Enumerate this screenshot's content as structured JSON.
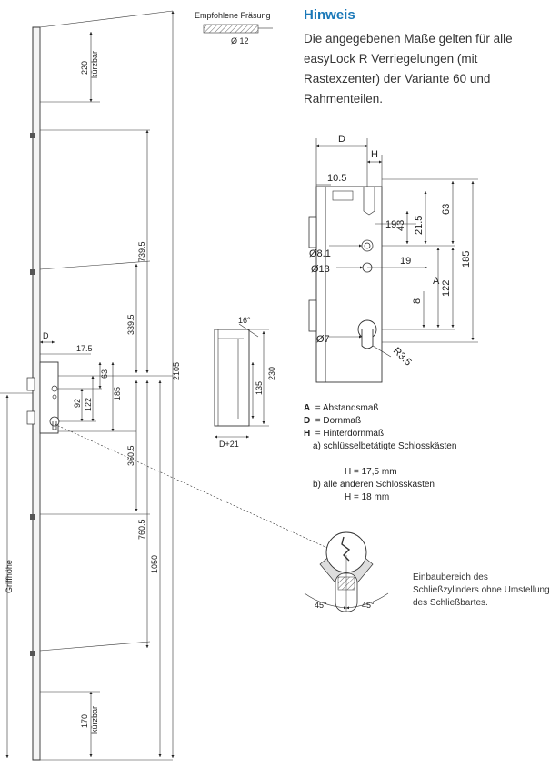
{
  "hint": {
    "title": "Hinweis",
    "text": "Die angegebenen Maße gelten für alle easyLock R Verriegelungen (mit Rastexzenter) der Variante 60 und Rahmenteilen."
  },
  "fraesung": {
    "title": "Empfohlene Fräsung",
    "diameter": "Ø 12"
  },
  "left_drawing": {
    "top_label": "220",
    "top_note": "kürzbar",
    "bottom_label": "170",
    "bottom_note": "kürzbar",
    "total_height": "2105",
    "d_label": "D",
    "d_value": "17.5",
    "dims": [
      "739.5",
      "339.5",
      "63",
      "185",
      "92",
      "122",
      "360.5",
      "760.5",
      "1050"
    ],
    "griffhoehe": "Griffhöhe"
  },
  "keeper": {
    "angle": "16°",
    "height": "230",
    "inner": "135",
    "width": "D+21"
  },
  "detail": {
    "D": "D",
    "H": "H",
    "w105": "10.5",
    "v63": "63",
    "v43": "43",
    "v215": "21.5",
    "v19a": "19",
    "d81": "Ø8.1",
    "d13": "Ø13",
    "v19b": "19",
    "A": "A",
    "v122": "122",
    "v185": "185",
    "v8": "8",
    "d7": "Ø7",
    "r35": "R3.5"
  },
  "legend": {
    "a_key": "A",
    "a_text": "=  Abstandsmaß",
    "d_key": "D",
    "d_text": "=  Dornmaß",
    "h_key": "H",
    "h_text": "=  Hinterdornmaß",
    "item_a": "a)   schlüsselbetätigte Schlosskästen",
    "item_a_val": "H = 17,5 mm",
    "item_b": "b)   alle anderen Schlosskästen",
    "item_b_val": "H = 18 mm"
  },
  "cylinder": {
    "angle_left": "45°",
    "angle_right": "45°"
  },
  "install_note": "Einbaubereich des Schließzylinders ohne Umstellung des Schließbartes."
}
